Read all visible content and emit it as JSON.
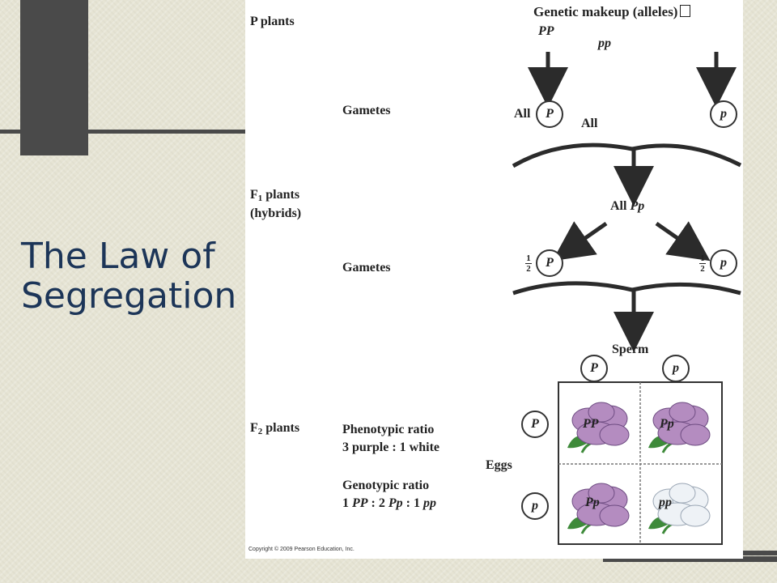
{
  "slide_title": "The Law of Segregation",
  "rows": {
    "p_plants": "P plants",
    "f1_plants": "F",
    "f1_sub": "1",
    "f1_suffix": " plants",
    "f1_hybrids": "(hybrids)",
    "f2_plants": "F",
    "f2_sub": "2",
    "f2_suffix": " plants"
  },
  "labels": {
    "genetic_makeup": "Genetic makeup (alleles)",
    "pp_parent_dominant": "PP",
    "pp_parent_recessive": "pp",
    "gametes_1": "Gametes",
    "all_left": "All",
    "all_right": "All",
    "gamete_P": "P",
    "gamete_p": "p",
    "all_pp_prefix": "All ",
    "all_pp_genotype": "Pp",
    "gametes_2": "Gametes",
    "half_num": "1",
    "half_den": "2",
    "sperm": "Sperm",
    "eggs": "Eggs",
    "allele_P": "P",
    "allele_p": "p"
  },
  "ratios": {
    "phenotypic_title": "Phenotypic ratio",
    "phenotypic_value": "3 purple : 1 white",
    "genotypic_title": "Genotypic ratio",
    "genotypic_prefix_1": "1 ",
    "genotypic_geno_1": "PP",
    "genotypic_mid_1": " : 2 ",
    "genotypic_geno_2": "Pp",
    "genotypic_mid_2": " : 1 ",
    "genotypic_geno_3": "pp"
  },
  "punnett": {
    "cells": [
      {
        "genotype": "PP",
        "color": "#b48cc0"
      },
      {
        "genotype": "Pp",
        "color": "#b48cc0"
      },
      {
        "genotype": "Pp",
        "color": "#b48cc0"
      },
      {
        "genotype": "pp",
        "color": "#eef2f6"
      }
    ]
  },
  "copyright": "Copyright © 2009 Pearson Education, Inc.",
  "colors": {
    "title": "#1c3558",
    "purple_flower": "#b48cc0",
    "white_flower": "#eef2f6",
    "leaf": "#3e8a3a"
  }
}
